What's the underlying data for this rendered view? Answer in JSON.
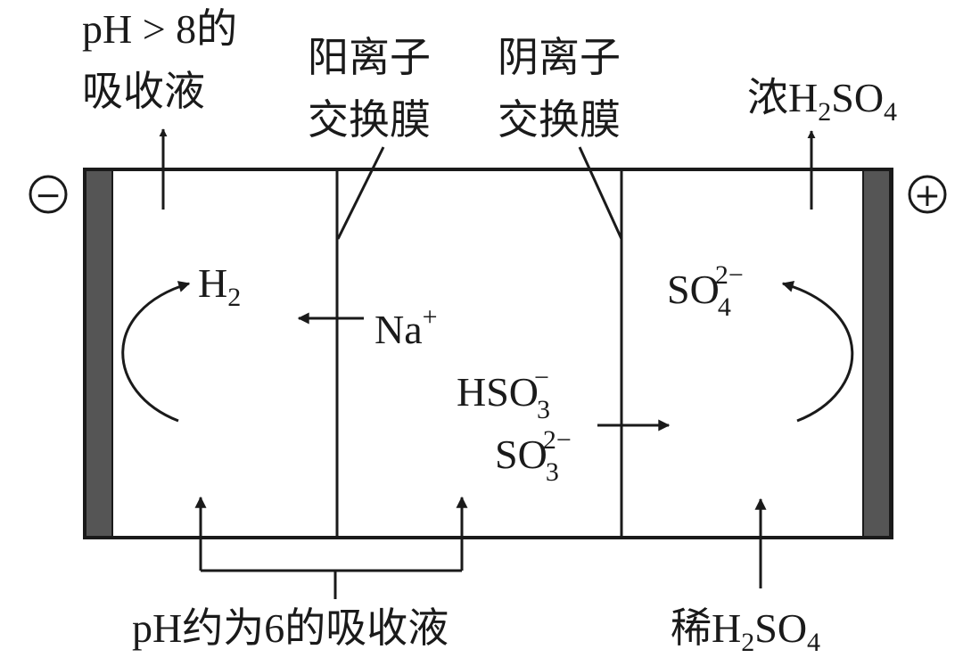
{
  "labels": {
    "top_left_1": "pH > 8的",
    "top_left_2": "吸收液",
    "cation_membrane_1": "阳离子",
    "cation_membrane_2": "交换膜",
    "anion_membrane_1": "阴离子",
    "anion_membrane_2": "交换膜",
    "top_right": {
      "prefix": "浓",
      "h": "H",
      "h_sub": "2",
      "so": "SO",
      "so_sub": "4"
    },
    "bottom_left": "pH约为6的吸收液",
    "bottom_right": {
      "prefix": "稀",
      "h": "H",
      "h_sub": "2",
      "so": "SO",
      "so_sub": "4"
    },
    "negative_terminal": "−",
    "positive_terminal": "+"
  },
  "species": {
    "h2": {
      "base": "H",
      "sub": "2"
    },
    "na": {
      "base": "Na",
      "sup": "+"
    },
    "so4": {
      "base": "SO",
      "sub": "4",
      "sup": "2−"
    },
    "hso3": {
      "base": "HSO",
      "sub": "3",
      "sup": "−"
    },
    "so3": {
      "base": "SO",
      "sub": "3",
      "sup": "2−"
    }
  },
  "colors": {
    "line": "#1a1a1a",
    "electrode": "#555555",
    "background": "#ffffff"
  }
}
